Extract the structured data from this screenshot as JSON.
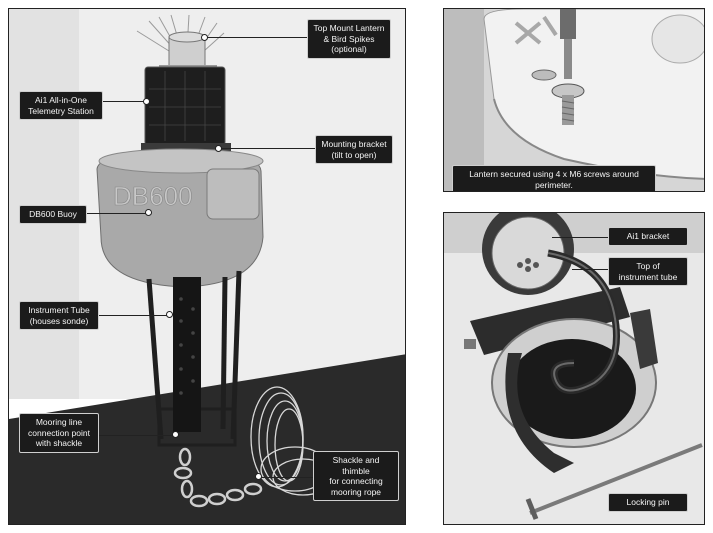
{
  "main_photo": {
    "labels": {
      "lantern": "Top Mount Lantern\n& Bird Spikes\n(optional)",
      "telemetry": "Ai1 All-in-One\nTelemetry Station",
      "bracket": "Mounting bracket\n(tilt to open)",
      "buoy": "DB600 Buoy",
      "tube": "Instrument Tube\n(houses sonde)",
      "mooring": "Mooring line\nconnection point\nwith shackle",
      "shackle": "Shackle and thimble\nfor connecting\nmooring rope"
    },
    "buoy_text": "DB600"
  },
  "top_right_photo": {
    "caption": "Lantern secured using 4 x M6 screws around perimeter."
  },
  "bottom_right_photo": {
    "labels": {
      "ai1_bracket": "Ai1 bracket",
      "tube_top": "Top of\ninstrument tube",
      "locking_pin": "Locking pin"
    }
  }
}
